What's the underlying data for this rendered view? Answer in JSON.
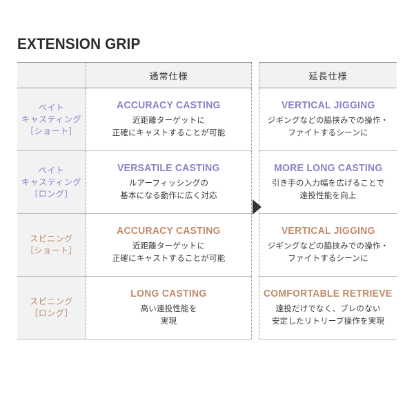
{
  "page": {
    "title": "EXTENSION GRIP",
    "colors": {
      "purple": "#8b80c6",
      "tan": "#c08a68",
      "label_bg": "#f2f2f3",
      "rule": "#9b9b9b",
      "arrow": "#333333"
    }
  },
  "table": {
    "headers": {
      "blank": "",
      "normal_spec": "通常仕様",
      "extension_spec": "延長仕様"
    },
    "rows": [
      {
        "label_lines": [
          "ベイト",
          "キャスティング",
          "［ショート］"
        ],
        "label_color": "purple",
        "normal": {
          "headline": "ACCURACY CASTING",
          "desc_lines": [
            "近距離ターゲットに",
            "正確にキャストすることが可能"
          ],
          "color": "purple"
        },
        "extension": {
          "headline": "VERTICAL JIGGING",
          "desc_lines": [
            "ジギングなどの脇挟みでの操作・",
            "ファイトするシーンに"
          ],
          "color": "purple"
        }
      },
      {
        "label_lines": [
          "ベイト",
          "キャスティング",
          "［ロング］"
        ],
        "label_color": "purple",
        "normal": {
          "headline": "VERSATILE CASTING",
          "desc_lines": [
            "ルアーフィッシングの",
            "基本になる動作に広く対応"
          ],
          "color": "purple"
        },
        "extension": {
          "headline": "MORE LONG CASTING",
          "desc_lines": [
            "引き手の入力幅を広げることで",
            "遠投性能を向上"
          ],
          "color": "purple"
        }
      },
      {
        "label_lines": [
          "スピニング",
          "［ショート］"
        ],
        "label_color": "tan",
        "normal": {
          "headline": "ACCURACY CASTING",
          "desc_lines": [
            "近距離ターゲットに",
            "正確にキャストすることが可能"
          ],
          "color": "tan"
        },
        "extension": {
          "headline": "VERTICAL JIGGING",
          "desc_lines": [
            "ジギングなどの脇挟みでの操作・",
            "ファイトするシーンに"
          ],
          "color": "tan"
        }
      },
      {
        "label_lines": [
          "スピニング",
          "［ロング］"
        ],
        "label_color": "tan",
        "normal": {
          "headline": "LONG CASTING",
          "desc_lines": [
            "高い遠投性能を",
            "実現"
          ],
          "color": "tan"
        },
        "extension": {
          "headline": "COMFORTABLE RETRIEVE",
          "desc_lines": [
            "遠投だけでなく、ブレのない",
            "安定したリトリーブ操作を実現"
          ],
          "color": "tan"
        }
      }
    ],
    "arrow_icon": "right-triangle-arrow"
  }
}
